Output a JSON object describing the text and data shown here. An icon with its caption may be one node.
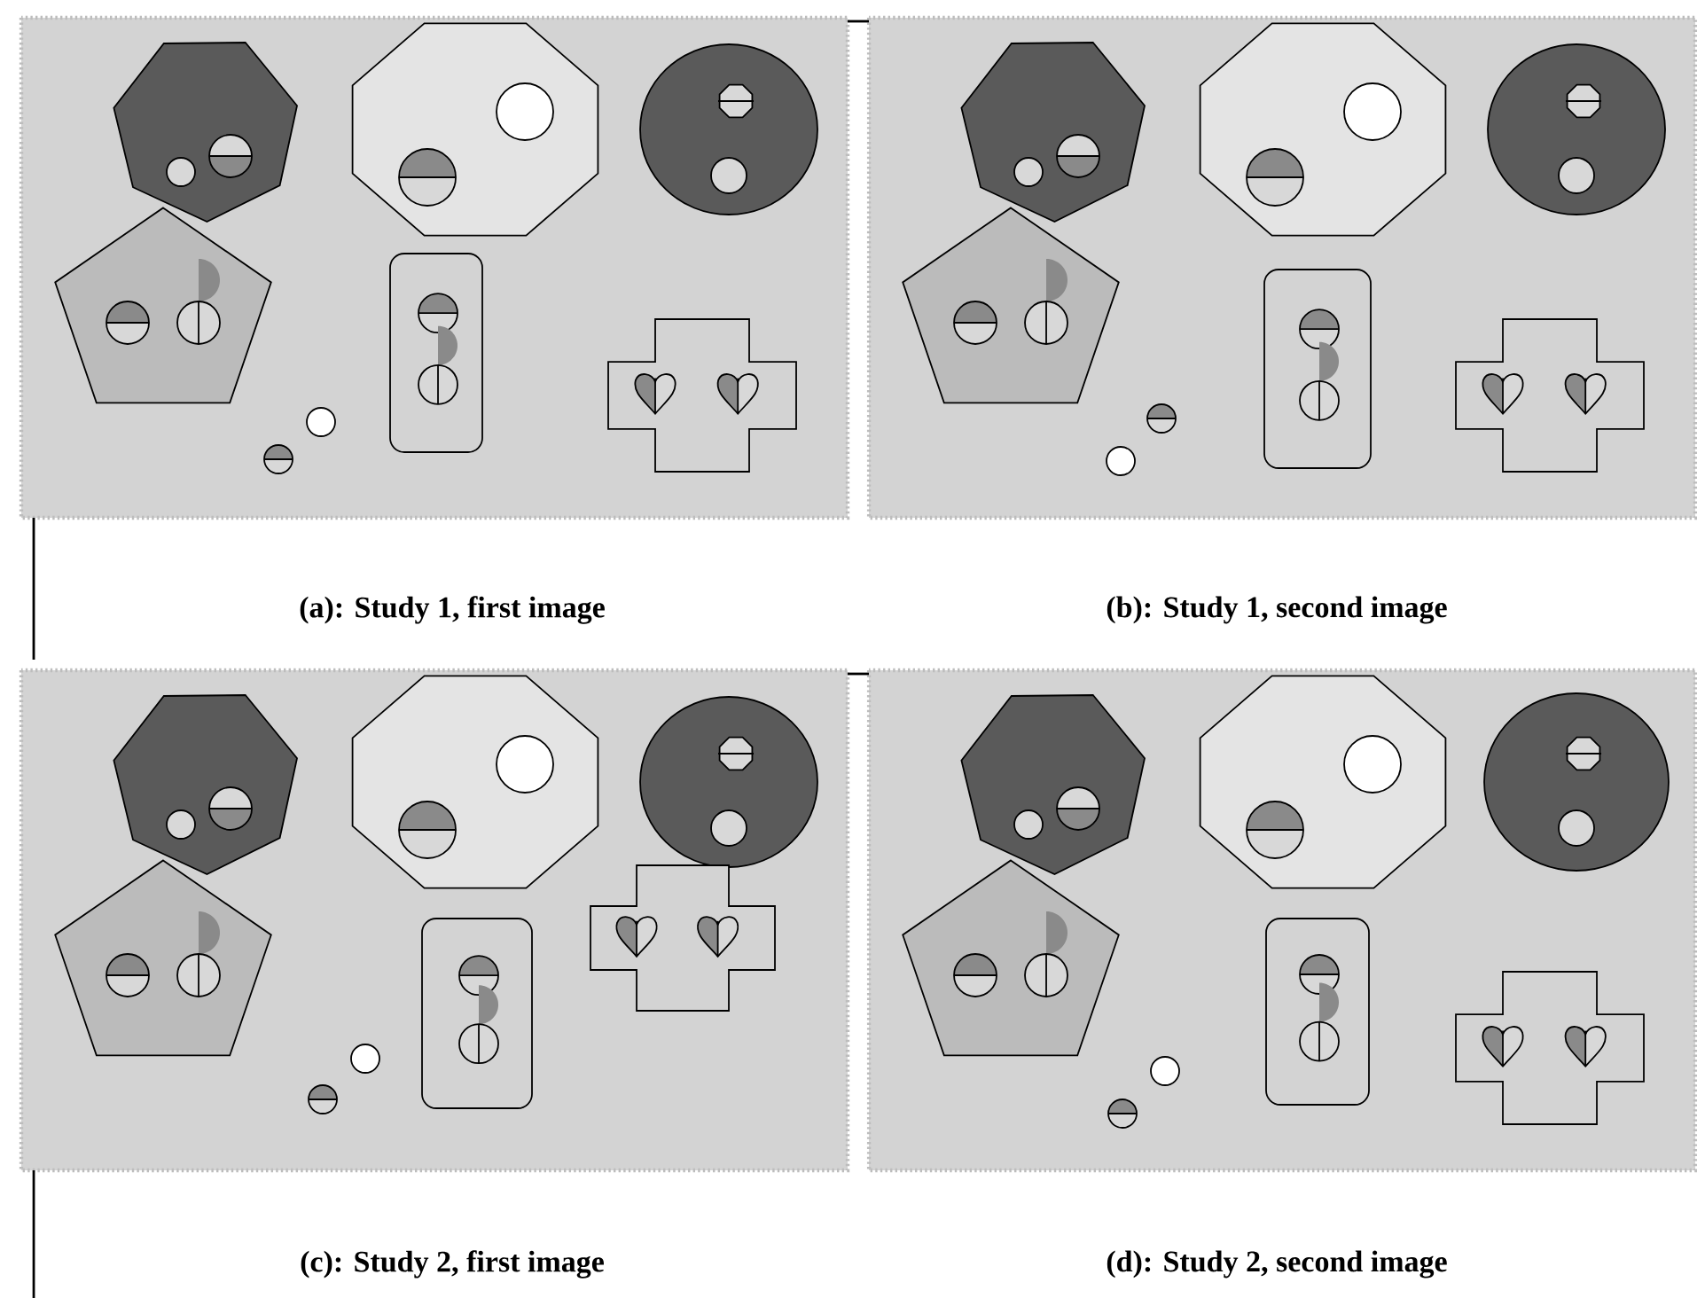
{
  "diagram": {
    "labels": [
      "(a): Study 1, first image",
      "(b): Study 1, second image",
      "(c): Study 2, first image",
      "(d): Study 2, second image"
    ]
  }
}
